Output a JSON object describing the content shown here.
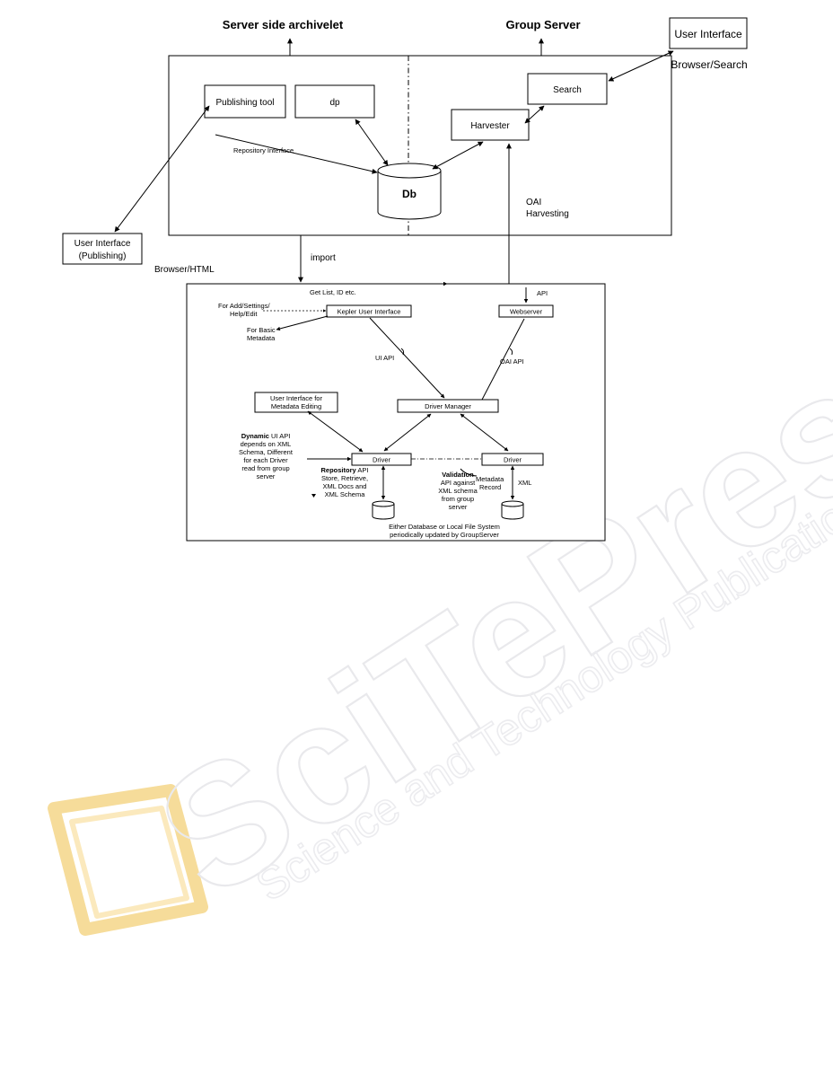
{
  "top": {
    "server_title": "Server side archivelet",
    "group_title": "Group Server",
    "publishing_tool": "Publishing tool",
    "dp": "dp",
    "search": "Search",
    "harvester": "Harvester",
    "db": "Db",
    "user_interface_search": "User Interface",
    "browser_search": "Browser/Search",
    "repository_interface": "Repository Interface",
    "oai_line1": "OAI",
    "oai_line2": "Harvesting",
    "ui_publishing_line1": "User Interface",
    "ui_publishing_line2": "(Publishing)",
    "browser_html": "Browser/HTML",
    "import": "import"
  },
  "bottom": {
    "get_list": "Get List, ID etc.",
    "api": "API",
    "for_add_1": "For Add/Settings/",
    "for_add_2": "Help/Edit",
    "kepler_ui": "Kepler User Interface",
    "webserver": "Webserver",
    "for_basic_1": "For Basic",
    "for_basic_2": "Metadata",
    "ui_api": "UI API",
    "oai_api": "OAI API",
    "ui_meta_1": "User Interface for",
    "ui_meta_2": "Metadata Editing",
    "driver_manager": "Driver Manager",
    "dynamic_bold": "Dynamic",
    "dynamic_rest": "UI API",
    "dynamic_2": "depends on XML",
    "dynamic_3": "Schema, Different",
    "dynamic_4": "for each Driver",
    "dynamic_5": "read from group",
    "dynamic_6": "server",
    "driver_left": "Driver",
    "driver_right": "Driver",
    "repo_bold": "Repository",
    "repo_rest": "API",
    "repo_2": "Store, Retrieve,",
    "repo_3": "XML Docs and",
    "repo_4": "XML Schema",
    "valid_bold": "Validation",
    "valid_2": "API against",
    "valid_3": "XML schema",
    "valid_4": "from group",
    "valid_5": "server",
    "metadata_1": "Metadata",
    "metadata_2": "Record",
    "xml": "XML",
    "either_1": "Either Database or Local File System",
    "either_2": "periodically updated by GroupServer"
  },
  "watermark": {
    "big": "SciTePress",
    "small": "Science and Technology Publications"
  }
}
